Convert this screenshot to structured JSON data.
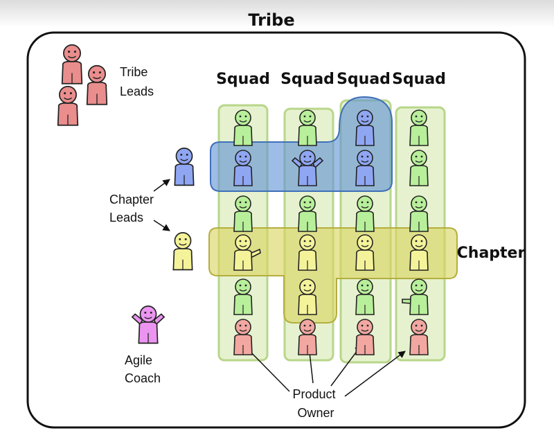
{
  "title": "Tribe",
  "tribe_leads_label": [
    "Tribe",
    "Leads"
  ],
  "squads": [
    "Squad",
    "Squad",
    "Squad",
    "Squad"
  ],
  "chapter_label": "Chapter",
  "chapter_leads_label": [
    "Chapter",
    "Leads"
  ],
  "agile_coach_label": [
    "Agile",
    "Coach"
  ],
  "product_owner_label": [
    "Product",
    "Owner"
  ],
  "colors": {
    "squad_fill": "#e6f2cf",
    "squad_stroke": "#b8d68a",
    "blue_chapter": "#5b8fd6",
    "yellow_chapter": "#d8d45e",
    "green_person": "#b8ef9a",
    "blue_person": "#8fa6f2",
    "yellow_person": "#f4f39a",
    "pink_person": "#f2a7a1",
    "red_person": "#ea8d8d",
    "violet_person": "#eb95f0",
    "outline": "#222222"
  }
}
